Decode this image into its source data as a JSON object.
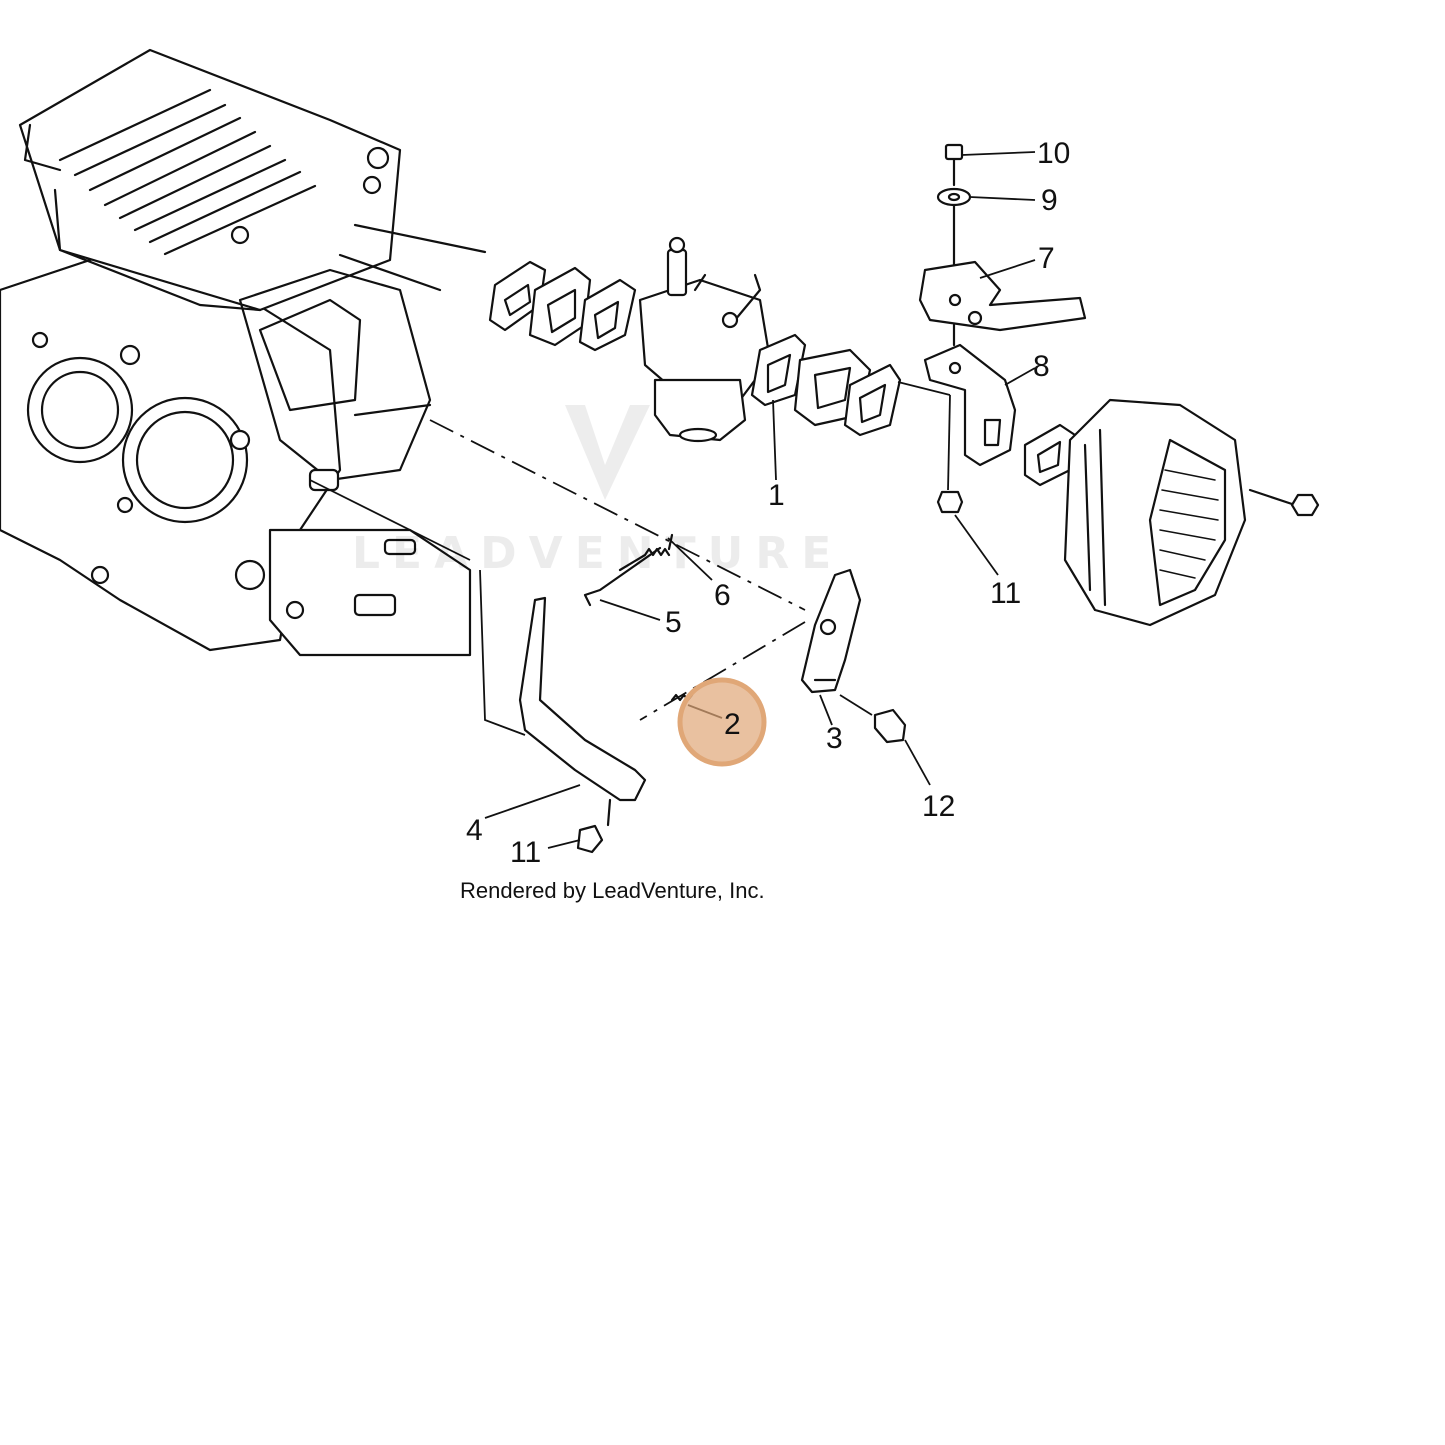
{
  "diagram": {
    "callouts": [
      "10",
      "9",
      "7",
      "8",
      "1",
      "11",
      "6",
      "5",
      "3",
      "12",
      "4",
      "11",
      "2"
    ],
    "highlight": {
      "label": "2",
      "color": "#E0A777"
    }
  },
  "watermark": {
    "brand": "LEADVENTURE",
    "color": "#000000"
  },
  "credit": "Rendered by LeadVenture, Inc."
}
